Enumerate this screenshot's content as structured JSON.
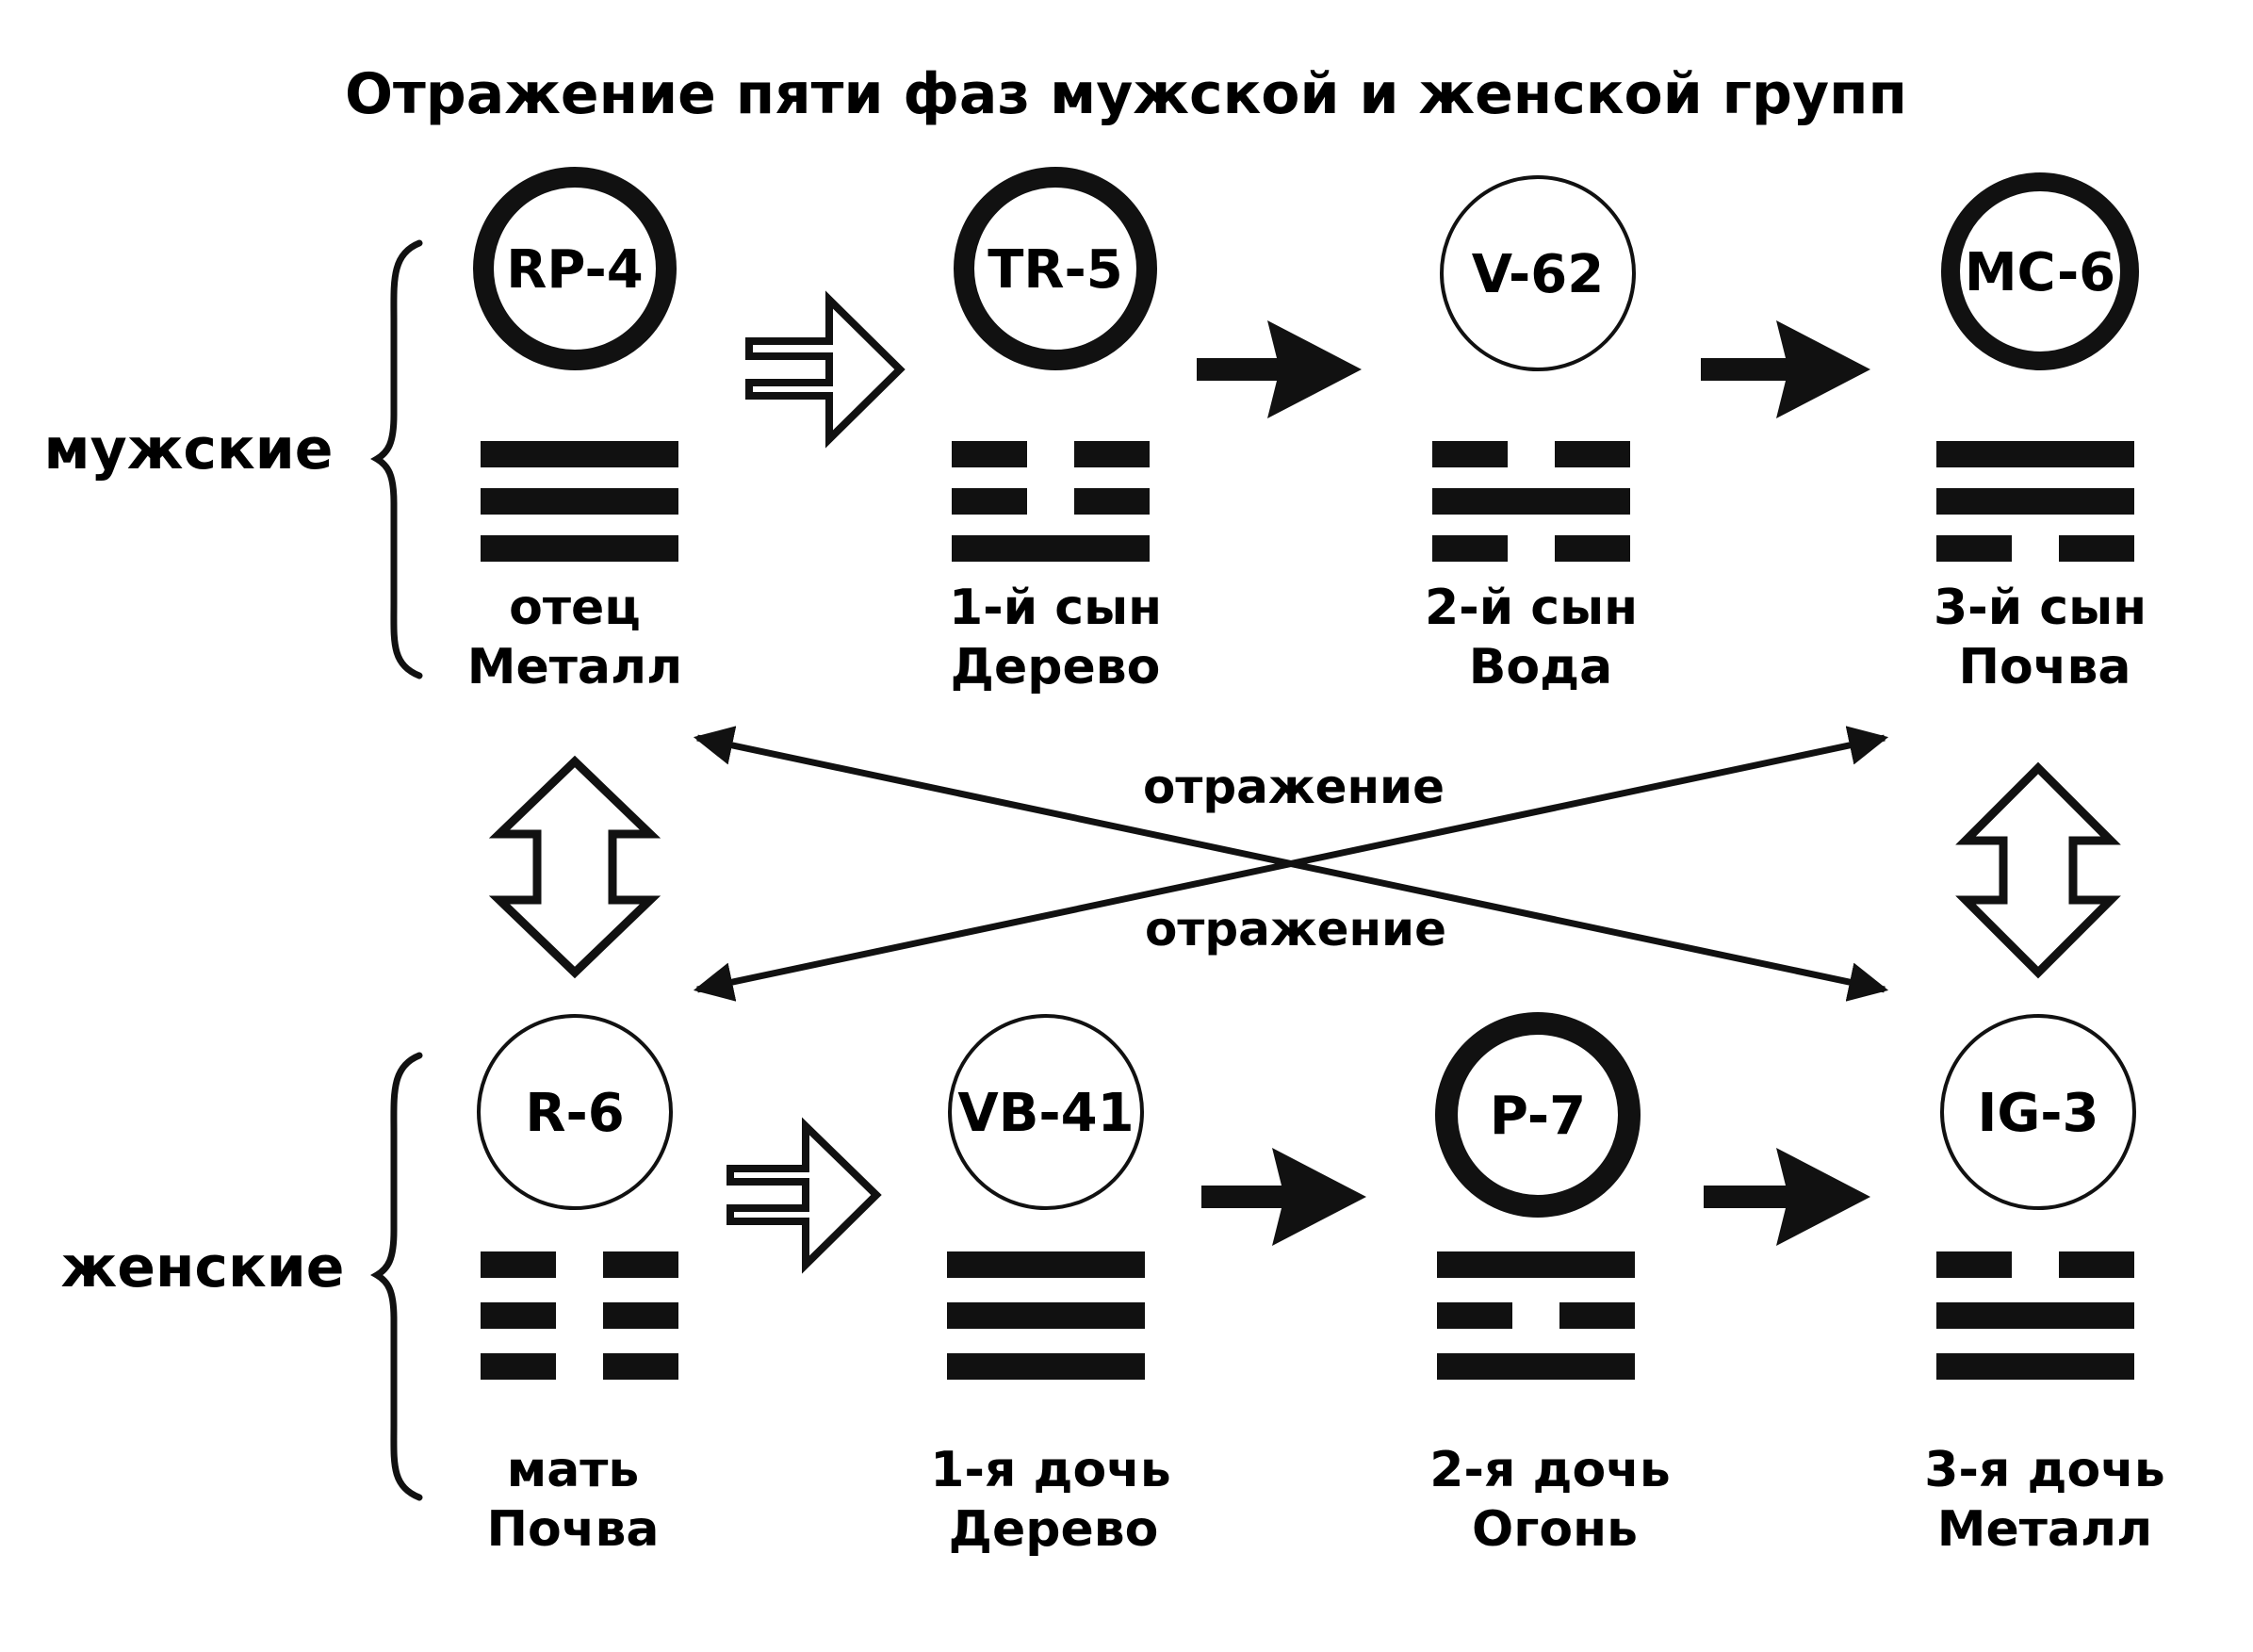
{
  "title": "Отражение пяти фаз мужской и женской групп",
  "groups": {
    "male": "мужские",
    "female": "женские"
  },
  "reflection_label": "отражение",
  "male": [
    {
      "code": "RP-4",
      "role": "отец",
      "element": "Металл",
      "trigram": [
        "solid",
        "solid",
        "solid"
      ],
      "ring": "thick"
    },
    {
      "code": "TR-5",
      "role": "1-й сын",
      "element": "Дерево",
      "trigram": [
        "broken",
        "broken",
        "solid"
      ],
      "ring": "thick"
    },
    {
      "code": "V-62",
      "role": "2-й сын",
      "element": "Вода",
      "trigram": [
        "broken",
        "solid",
        "broken"
      ],
      "ring": "thin"
    },
    {
      "code": "MC-6",
      "role": "3-й сын",
      "element": "Почва",
      "trigram": [
        "solid",
        "solid",
        "broken"
      ],
      "ring": "thick"
    }
  ],
  "female": [
    {
      "code": "R-6",
      "role": "мать",
      "element": "Почва",
      "trigram": [
        "broken",
        "broken",
        "broken"
      ],
      "ring": "thin"
    },
    {
      "code": "VB-41",
      "role": "1-я дочь",
      "element": "Дерево",
      "trigram": [
        "solid",
        "solid",
        "solid"
      ],
      "ring": "thin"
    },
    {
      "code": "P-7",
      "role": "2-я дочь",
      "element": "Огонь",
      "trigram": [
        "solid",
        "broken",
        "solid"
      ],
      "ring": "thick"
    },
    {
      "code": "IG-3",
      "role": "3-я дочь",
      "element": "Металл",
      "trigram": [
        "broken",
        "solid",
        "solid"
      ],
      "ring": "thin"
    }
  ],
  "colors": {
    "ink": "#111111",
    "paper": "#ffffff"
  }
}
